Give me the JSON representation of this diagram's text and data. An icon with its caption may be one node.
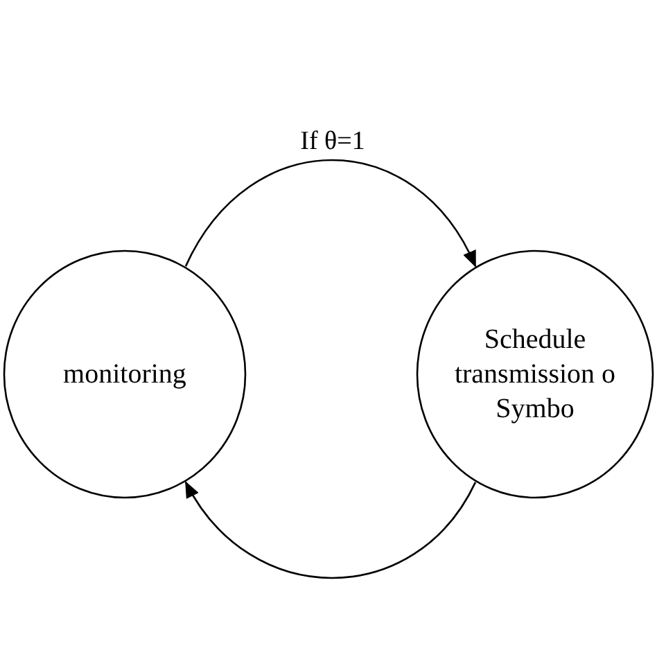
{
  "diagram": {
    "nodes": [
      {
        "text": [
          "monitoring"
        ]
      },
      {
        "text": [
          "Schedule transmission o Symbo"
        ]
      }
    ],
    "edges": [
      {
        "from": 0,
        "to": 1,
        "arrow": "to",
        "label": "If θ=1"
      },
      {
        "from": 1,
        "to": 0,
        "arrow": "to"
      }
    ]
  }
}
